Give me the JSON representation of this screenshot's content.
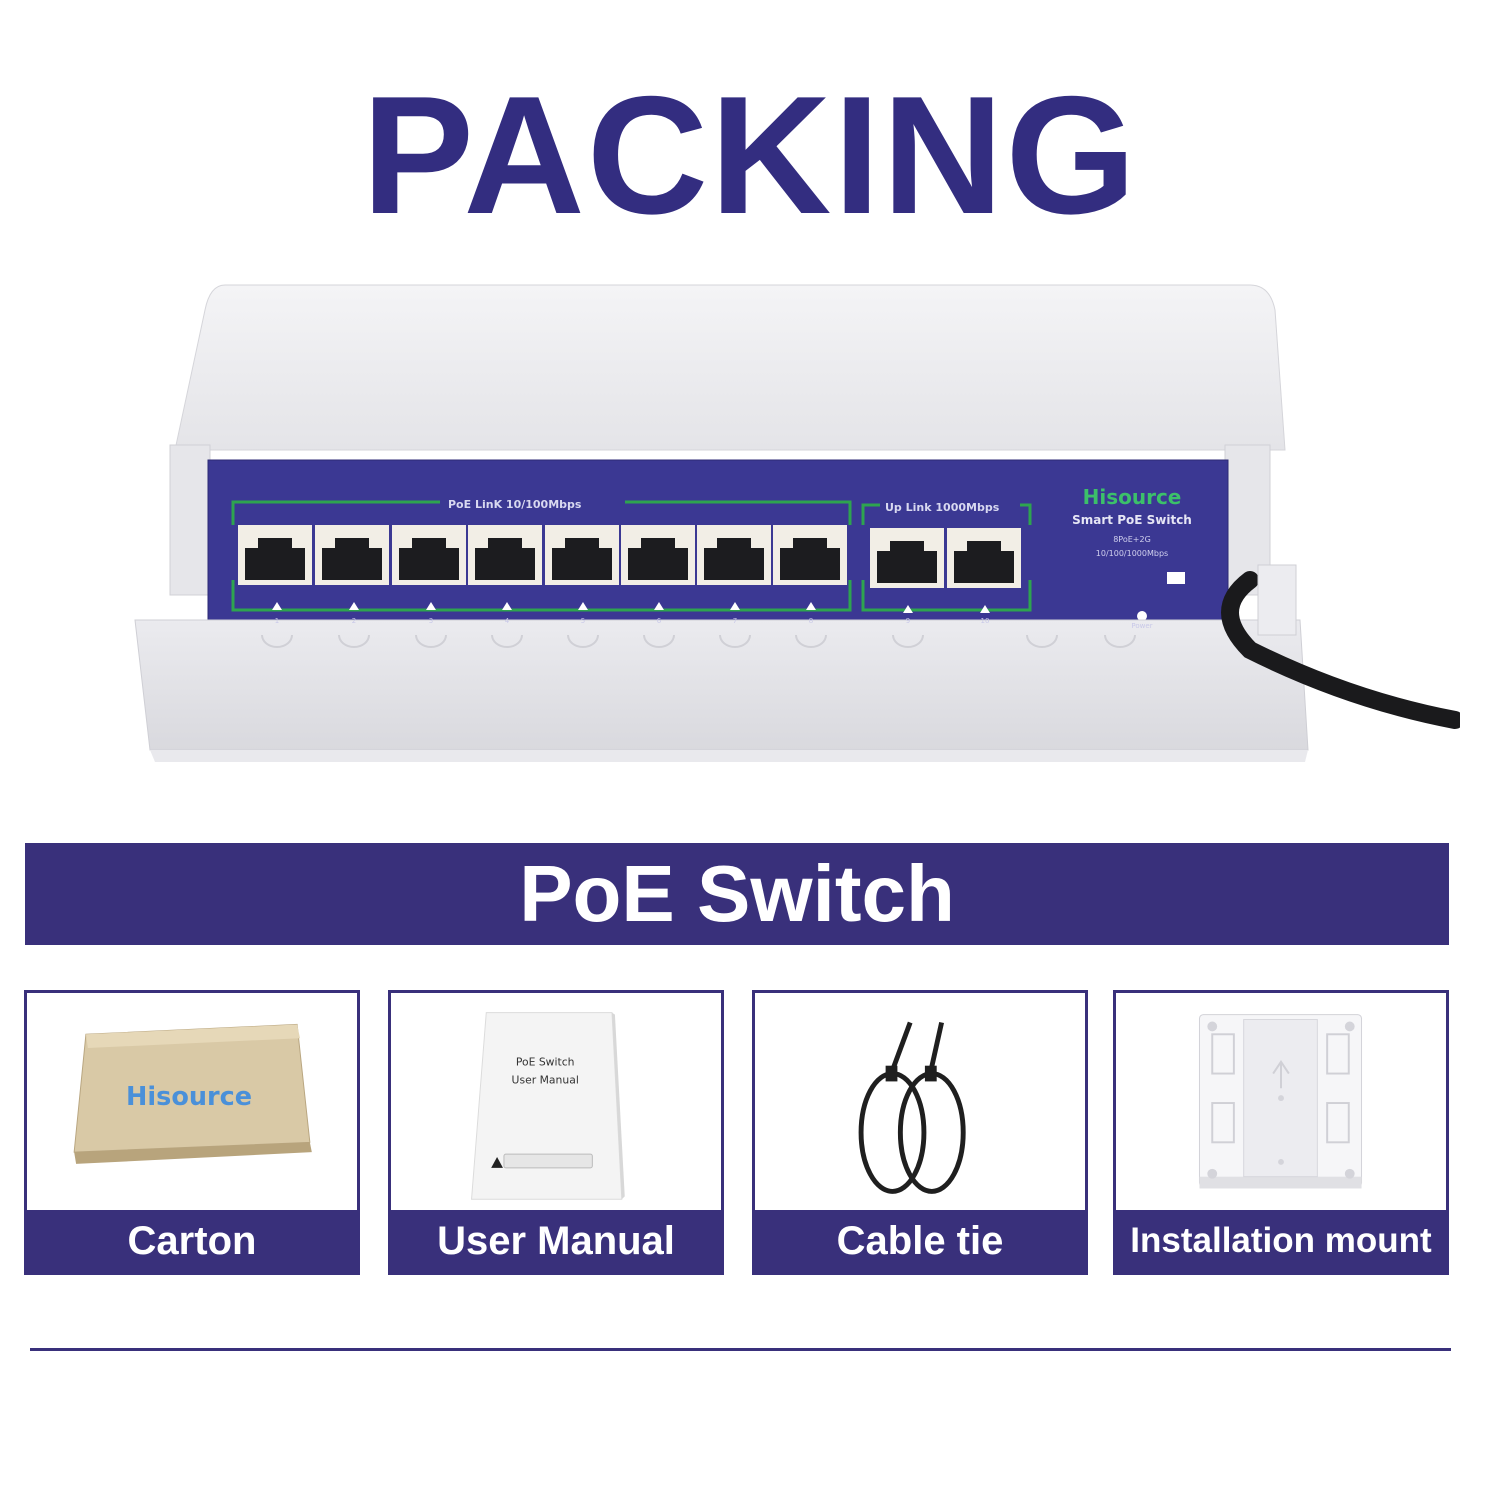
{
  "page": {
    "title": "PACKING"
  },
  "device": {
    "brand": "Hisource",
    "model": "Smart PoE Switch",
    "spec1": "8PoE+2G",
    "spec2": "10/100/1000Mbps",
    "group1": "PoE LinK    10/100Mbps",
    "group2": "Up Link  1000Mbps",
    "port_numbers": [
      "1",
      "2",
      "3",
      "4",
      "5",
      "6",
      "7",
      "8",
      "9",
      "10"
    ],
    "power_label": "Power"
  },
  "banner": {
    "label": "PoE Switch"
  },
  "items": [
    {
      "label": "Carton",
      "icon": "carton-box-icon",
      "box_text": "Hisource"
    },
    {
      "label": "User Manual",
      "icon": "manual-booklet-icon",
      "line1": "PoE Switch",
      "line2": "User Manual"
    },
    {
      "label": "Cable tie",
      "icon": "cable-tie-icon"
    },
    {
      "label": "Installation mount",
      "icon": "mount-bracket-icon"
    }
  ],
  "colors": {
    "brand_navy": "#39307b",
    "title_navy": "#332d80",
    "panel_blue": "#3b3893",
    "accent_green": "#2ea44f"
  }
}
